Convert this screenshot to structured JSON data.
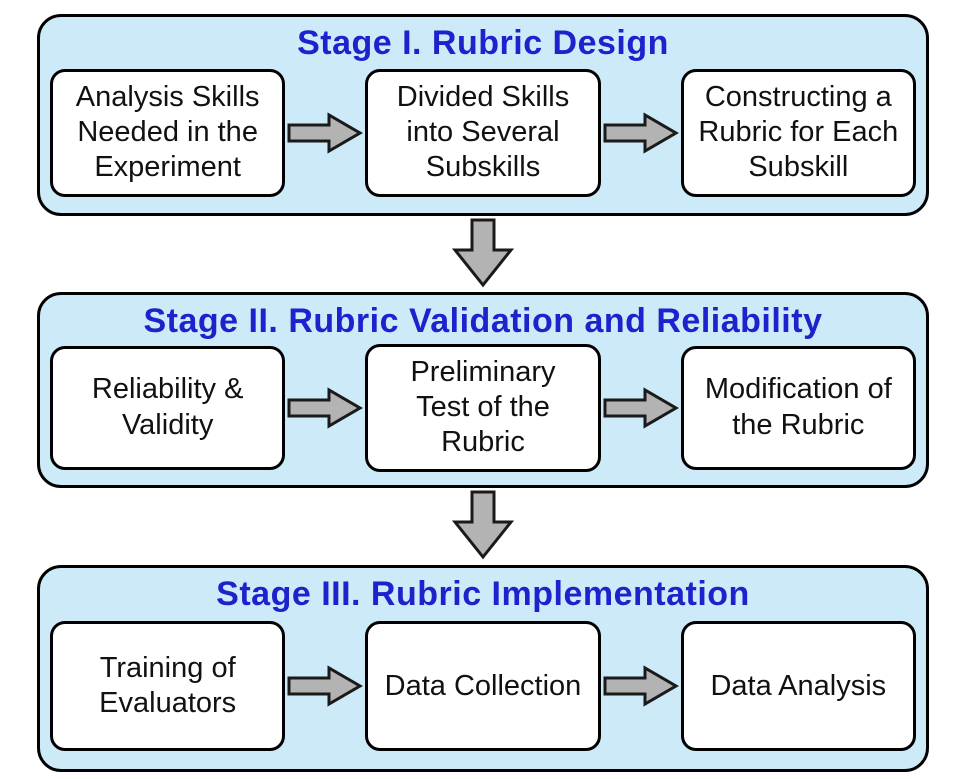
{
  "theme": {
    "page_bg": "#ffffff",
    "stage_fill": "#cdeaf8",
    "stage_border": "#000000",
    "box_fill": "#ffffff",
    "box_border": "#000000",
    "title_color": "#1b23cc",
    "text_color": "#111111",
    "arrow_fill": "#b3b3b3",
    "arrow_outline": "#1a1a1a"
  },
  "diagram": {
    "stages": [
      {
        "title": "Stage I. Rubric Design",
        "boxes": [
          "Analysis Skills\nNeeded in the\nExperiment",
          "Divided Skills\ninto Several\nSubskills",
          "Constructing a\nRubric for Each\nSubskill"
        ]
      },
      {
        "title": "Stage II. Rubric Validation and Reliability",
        "boxes": [
          "Reliability &\nValidity",
          "Preliminary\nTest of the\nRubric",
          "Modification of\nthe Rubric"
        ]
      },
      {
        "title": "Stage III. Rubric Implementation",
        "boxes": [
          "Training of\nEvaluators",
          "Data Collection",
          "Data Analysis"
        ]
      }
    ]
  }
}
